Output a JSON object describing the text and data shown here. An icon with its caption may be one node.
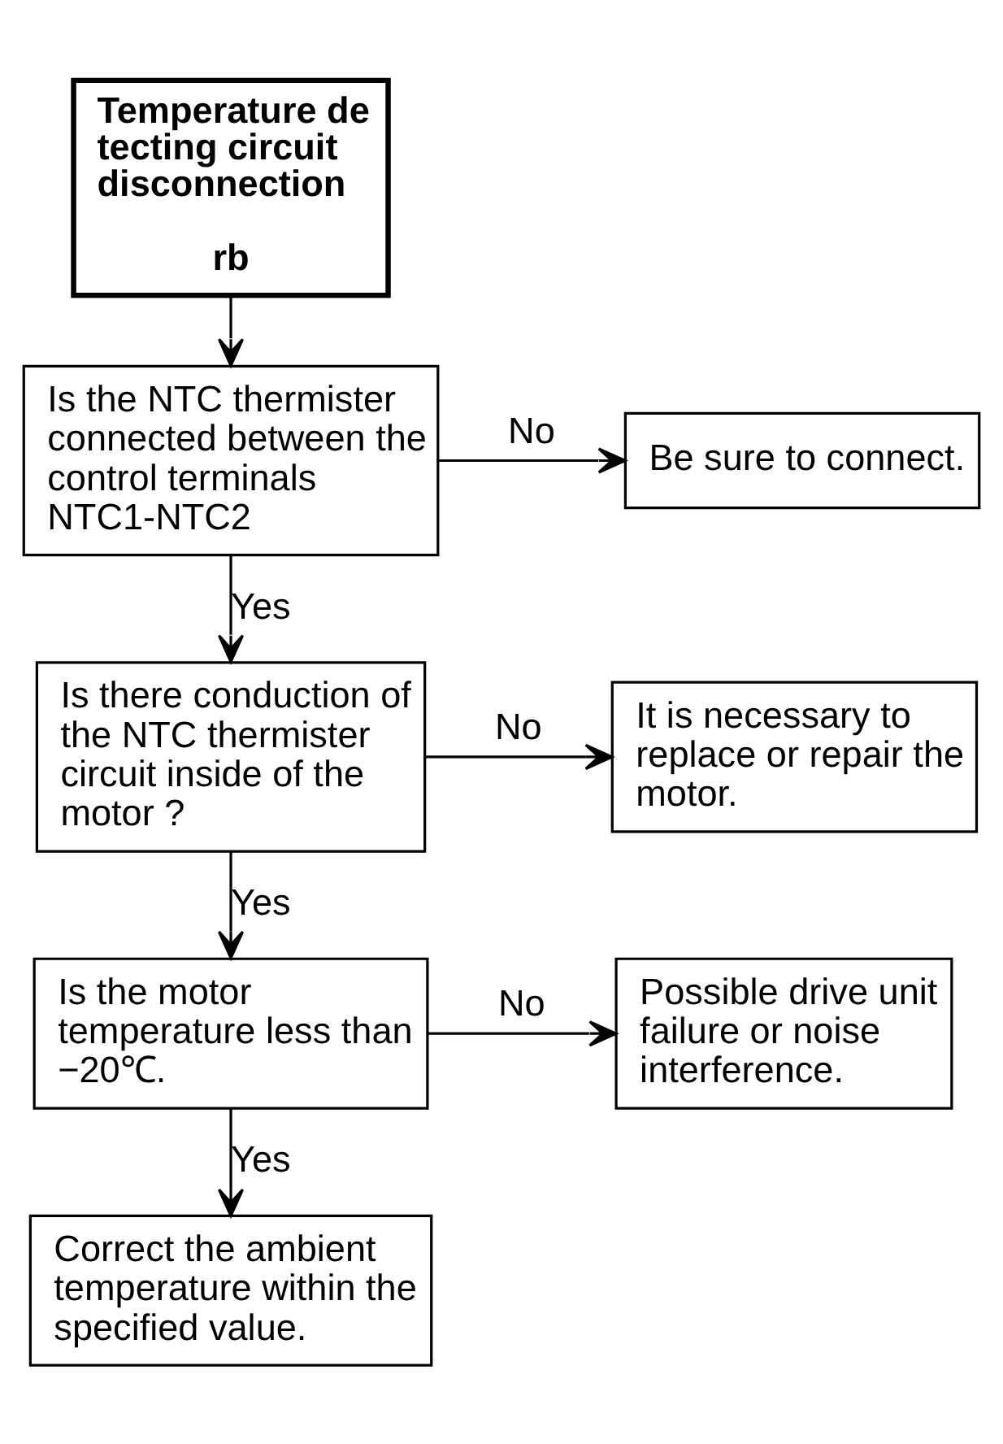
{
  "diagram": {
    "nodes": [
      {
        "text": [
          "Temperature de tecting circuit disconnection",
          "rb"
        ]
      },
      {
        "text": [
          "Is the NTC thermister connected between the control terminals NTC1-NTC2"
        ]
      },
      {
        "text": [
          "Be sure to connect."
        ]
      },
      {
        "text": [
          "Is there conduction of the NTC thermister circuit inside of the motor ?"
        ]
      },
      {
        "text": [
          "It is necessary to replace or repair the motor."
        ]
      },
      {
        "text": [
          "Is the motor temperature less than −20℃."
        ]
      },
      {
        "text": [
          "Possible drive unit failure or noise interference."
        ]
      },
      {
        "text": [
          "Correct the ambient temperature within the specified value."
        ]
      }
    ],
    "edges": [
      {
        "from": 0,
        "to": 1,
        "arrow": "to"
      },
      {
        "from": 1,
        "to": 2,
        "arrow": "to",
        "label": "No"
      },
      {
        "from": 1,
        "to": 3,
        "arrow": "to",
        "label": "Yes"
      },
      {
        "from": 3,
        "to": 4,
        "arrow": "to",
        "label": "No"
      },
      {
        "from": 3,
        "to": 5,
        "arrow": "to",
        "label": "Yes"
      },
      {
        "from": 5,
        "to": 6,
        "arrow": "to",
        "label": "No"
      },
      {
        "from": 5,
        "to": 7,
        "arrow": "to",
        "label": "Yes"
      }
    ]
  }
}
